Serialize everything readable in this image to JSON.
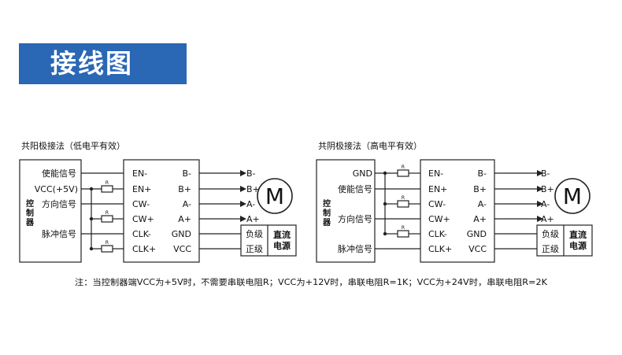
{
  "title": "接线图",
  "left": {
    "heading": "共阳极接法（低电平有效）",
    "controller_label": [
      "控",
      "制",
      "器"
    ],
    "signals": [
      "使能信号",
      "VCC(+5V)",
      "方向信号",
      "脉冲信号"
    ],
    "resistor_label": "R"
  },
  "right": {
    "heading": "共阴极接法（高电平有效）",
    "controller_label": [
      "控",
      "制",
      "器"
    ],
    "signals": [
      "GND",
      "使能信号",
      "方向信号",
      "脉冲信号"
    ],
    "resistor_label": "R"
  },
  "driver": {
    "left_pins": [
      "EN-",
      "EN+",
      "CW-",
      "CW+",
      "CLK-",
      "CLK+"
    ],
    "right_pins": [
      "B-",
      "B+",
      "A-",
      "A+",
      "GND",
      "VCC"
    ]
  },
  "motor": {
    "symbol": "M",
    "leads": [
      "B-",
      "B+",
      "A-",
      "A+"
    ]
  },
  "power": {
    "neg": "负级",
    "pos": "正级",
    "name": [
      "直流",
      "电源"
    ]
  },
  "note": "注：当控制器端VCC为+5V时，不需要串联电阻R；VCC为+12V时，串联电阻R=1K；VCC为+24V时，串联电阻R=2K",
  "colors": {
    "banner": "#2a67b5",
    "line": "#222222"
  }
}
